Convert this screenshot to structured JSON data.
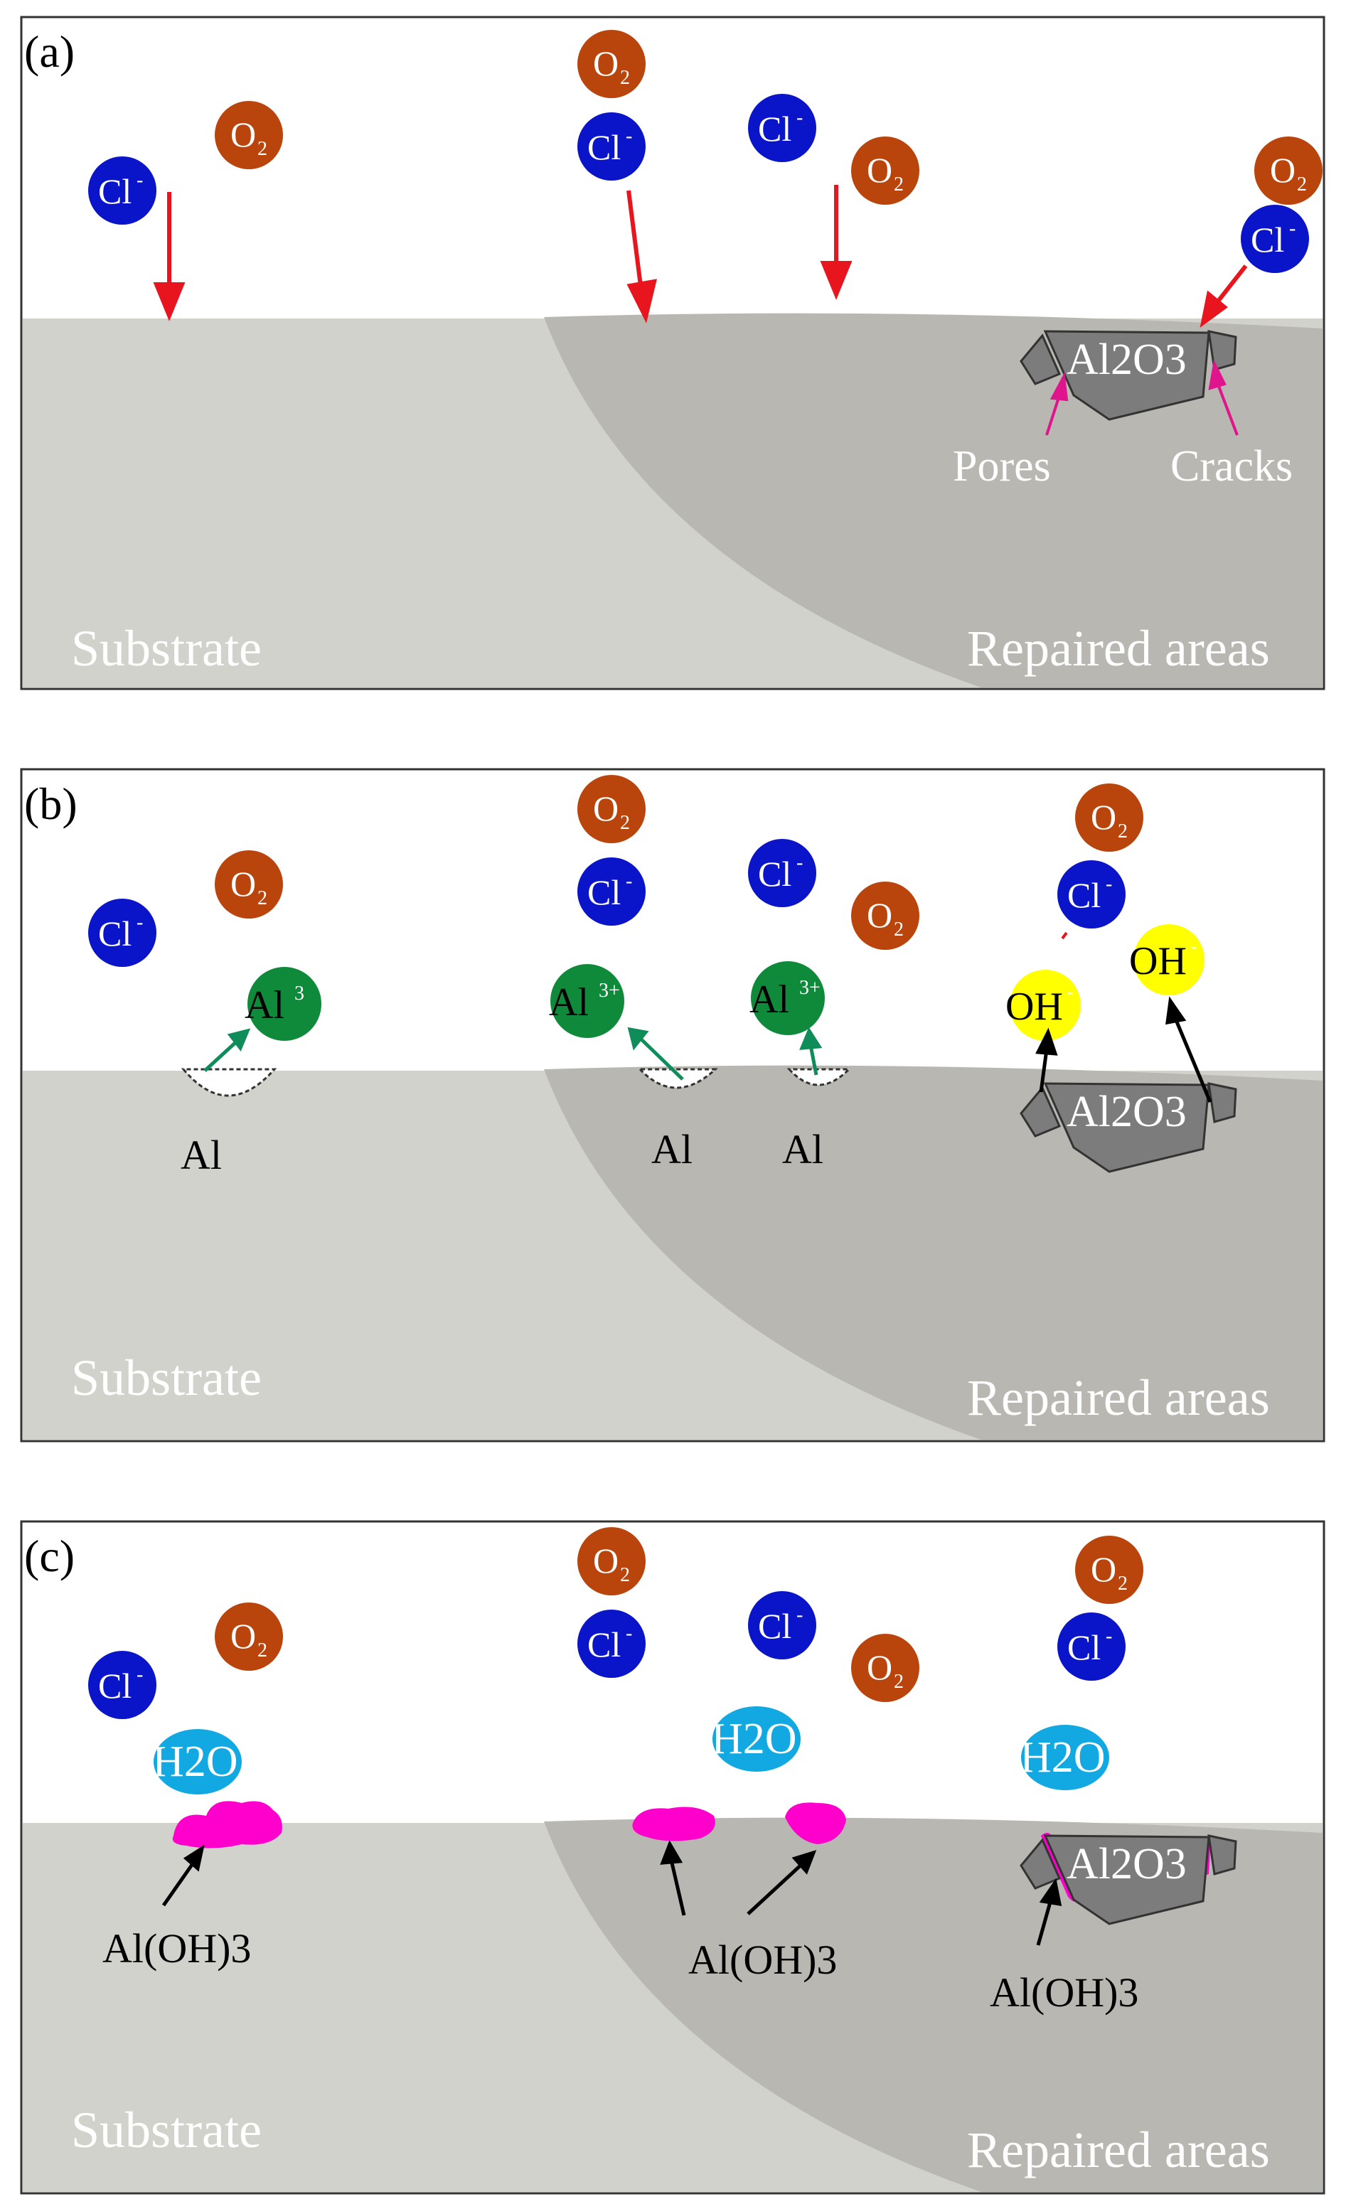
{
  "colors": {
    "substrate": "#d2d2cc",
    "repaired": "#b8b7b2",
    "alumina": "#7c7c7c",
    "o2": "#b9450c",
    "cl": "#0a14c8",
    "al3": "#0f8a3a",
    "oh": "#ffff00",
    "h2o": "#12a9e2",
    "aloh3": "#ff00cc",
    "arrow_red": "#e8141e",
    "arrow_pink": "#e0148c",
    "arrow_green": "#0e8c5a",
    "arrow_black": "#000000"
  },
  "common": {
    "o2": "O",
    "o2_sub": "2",
    "cl": "Cl",
    "cl_sup": "-",
    "substrate": "Substrate",
    "repaired": "Repaired areas",
    "al2o3": "Al2O3"
  },
  "panel_a": {
    "label": "(a)",
    "pores": "Pores",
    "cracks": "Cracks"
  },
  "panel_b": {
    "label": "(b)",
    "al3_base": "Al",
    "al3_sup_1": "3",
    "al3_sup_2": "3+",
    "al3_sup_3": "3+",
    "al": "Al",
    "oh": "OH",
    "oh_sup": "-"
  },
  "panel_c": {
    "label": "(c)",
    "h2o": "H2O",
    "aloh3": "Al(OH)3"
  }
}
